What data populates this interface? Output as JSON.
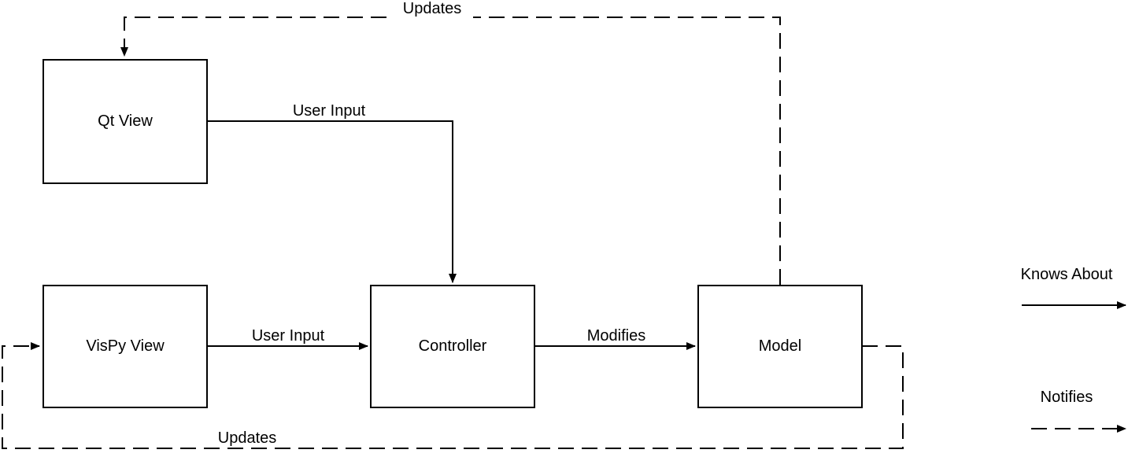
{
  "nodes": {
    "qt_view": "Qt View",
    "vispy_view": "VisPy View",
    "controller": "Controller",
    "model": "Model"
  },
  "edges": {
    "qt_user_input": "User Input",
    "vispy_user_input": "User Input",
    "modifies": "Modifies",
    "updates_top": "Updates",
    "updates_bottom": "Updates"
  },
  "legend": {
    "knows_about": "Knows About",
    "notifies": "Notifies"
  }
}
